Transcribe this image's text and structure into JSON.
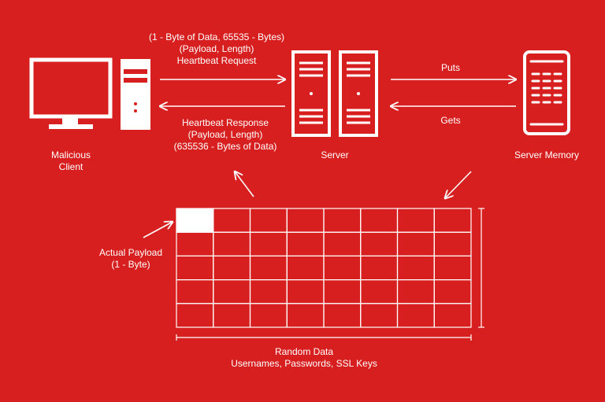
{
  "request": {
    "line1": "(1 - Byte of Data, 65535 - Bytes)",
    "line2": "(Payload, Length)",
    "line3": "Heartbeat Request"
  },
  "response": {
    "line1": "Heartbeat Response",
    "line2": "(Payload, Length)",
    "line3": "(635536 - Bytes of Data)"
  },
  "client": {
    "line1": "Malicious",
    "line2": "Client"
  },
  "server": {
    "label": "Server"
  },
  "memory": {
    "label": "Server Memory"
  },
  "puts": "Puts",
  "gets": "Gets",
  "payload": {
    "line1": "Actual Payload",
    "line2": "(1 - Byte)"
  },
  "random": {
    "line1": "Random Data",
    "line2": "Usernames, Passwords, SSL Keys"
  },
  "colors": {
    "background": "#d81f1f",
    "foreground": "#ffffff"
  }
}
